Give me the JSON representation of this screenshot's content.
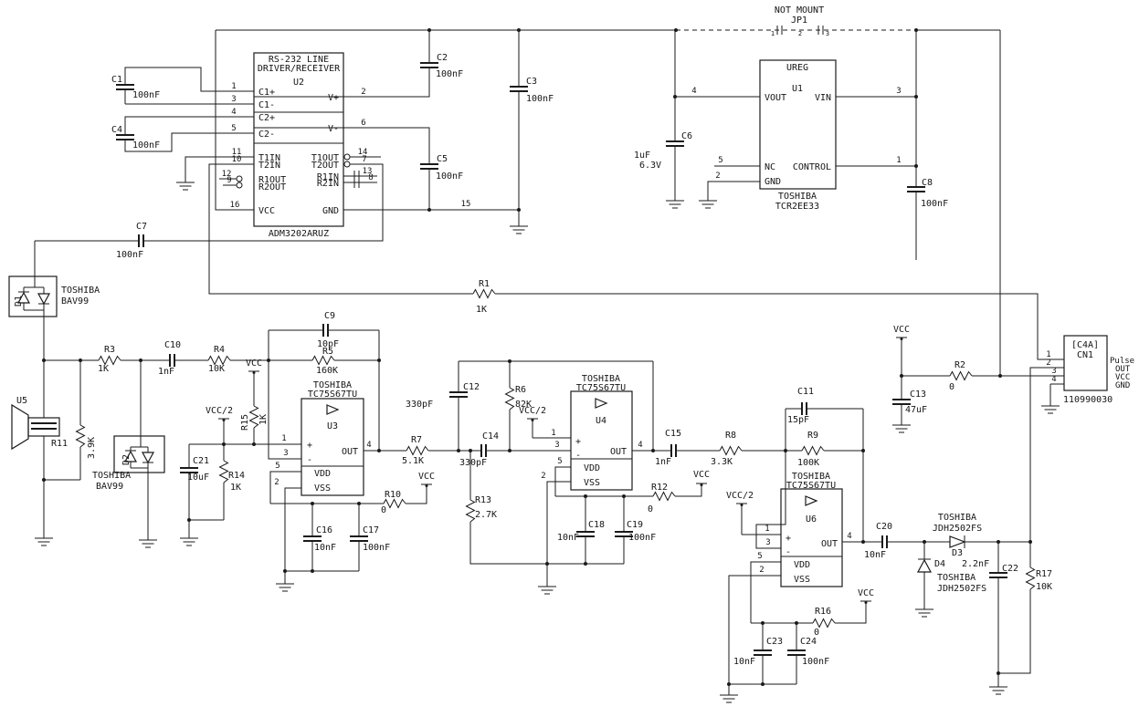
{
  "power": {
    "vcc": "VCC",
    "vcc2": "VCC/2"
  },
  "jp1": {
    "note": "NOT MOUNT",
    "ref": "JP1",
    "p1": "1",
    "p2": "2",
    "p3": "3"
  },
  "u2": {
    "ref": "U2",
    "title1": "RS-232 LINE",
    "title2": "DRIVER/RECEIVER",
    "part": "ADM3202ARUZ",
    "lp": [
      {
        "n": "1",
        "l": "C1+"
      },
      {
        "n": "3",
        "l": "C1-"
      },
      {
        "n": "4",
        "l": "C2+"
      },
      {
        "n": "5",
        "l": "C2-"
      },
      {
        "n": "11",
        "l": "T1IN"
      },
      {
        "n": "10",
        "l": "T2IN"
      },
      {
        "n": "12",
        "l": "R1OUT"
      },
      {
        "n": "9",
        "l": "R2OUT"
      },
      {
        "n": "16",
        "l": "VCC"
      }
    ],
    "rp": [
      {
        "n": "2",
        "l": "V+"
      },
      {
        "n": "6",
        "l": "V-"
      },
      {
        "n": "14",
        "l": "T1OUT"
      },
      {
        "n": "7",
        "l": "T2OUT"
      },
      {
        "n": "13",
        "l": "R1IN"
      },
      {
        "n": "8",
        "l": "R2IN"
      },
      {
        "n": "15",
        "l": "GND"
      }
    ]
  },
  "u1": {
    "ref": "U1",
    "title": "UREG",
    "maker": "TOSHIBA",
    "part": "TCR2EE33",
    "vout": "VOUT",
    "vin": "VIN",
    "nc": "NC",
    "control": "CONTROL",
    "gnd": "GND",
    "p4": "4",
    "p3": "3",
    "p5": "5",
    "p1": "1",
    "p2": "2"
  },
  "u3": {
    "ref": "U3",
    "maker": "TOSHIBA",
    "part": "TC75S67TU",
    "plus": "+",
    "minus": "-",
    "out": "OUT",
    "vdd": "VDD",
    "vss": "VSS",
    "p1": "1",
    "p3": "3",
    "p5": "5",
    "p2": "2",
    "p4": "4"
  },
  "u4": {
    "ref": "U4",
    "maker": "TOSHIBA",
    "part": "TC75S67TU",
    "plus": "+",
    "minus": "-",
    "out": "OUT",
    "vdd": "VDD",
    "vss": "VSS",
    "p1": "1",
    "p3": "3",
    "p5": "5",
    "p2": "2",
    "p4": "4"
  },
  "u6": {
    "ref": "U6",
    "maker": "TOSHIBA",
    "part": "TC75S67TU",
    "plus": "+",
    "minus": "-",
    "out": "OUT",
    "vdd": "VDD",
    "vss": "VSS",
    "p1": "1",
    "p3": "3",
    "p5": "5",
    "p2": "2",
    "p4": "4"
  },
  "u5": {
    "ref": "U5"
  },
  "cn1": {
    "ref": "CN1",
    "tag": "[C4A]",
    "part": "110990030",
    "p1": "1",
    "p2": "2",
    "p3": "3",
    "p4": "4",
    "f1": "Pulse",
    "f2": "OUT",
    "f3": "VCC",
    "f4": "GND"
  },
  "d1": {
    "ref": "D1",
    "maker": "TOSHIBA",
    "part": "BAV99"
  },
  "d2": {
    "ref": "D2",
    "maker": "TOSHIBA",
    "part": "BAV99"
  },
  "d3": {
    "ref": "D3",
    "maker": "TOSHIBA",
    "part": "JDH2502FS"
  },
  "d4": {
    "ref": "D4",
    "maker": "TOSHIBA",
    "part": "JDH2502FS"
  },
  "c": {
    "c1": {
      "r": "C1",
      "v": "100nF"
    },
    "c2": {
      "r": "C2",
      "v": "100nF"
    },
    "c3": {
      "r": "C3",
      "v": "100nF"
    },
    "c4": {
      "r": "C4",
      "v": "100nF"
    },
    "c5": {
      "r": "C5",
      "v": "100nF"
    },
    "c6": {
      "r": "C6",
      "v": "1uF",
      "volt": "6.3V"
    },
    "c7": {
      "r": "C7",
      "v": "100nF"
    },
    "c8": {
      "r": "C8",
      "v": "100nF"
    },
    "c9": {
      "r": "C9",
      "v": "10pF"
    },
    "c10": {
      "r": "C10",
      "v": "1nF"
    },
    "c11": {
      "r": "C11",
      "v": "15pF"
    },
    "c12": {
      "r": "C12",
      "v": "330pF"
    },
    "c13": {
      "r": "C13",
      "v": "47uF"
    },
    "c14": {
      "r": "C14",
      "v": "330pF"
    },
    "c15": {
      "r": "C15",
      "v": "1nF"
    },
    "c16": {
      "r": "C16",
      "v": "10nF"
    },
    "c17": {
      "r": "C17",
      "v": "100nF"
    },
    "c18": {
      "r": "C18",
      "v": "10nF"
    },
    "c19": {
      "r": "C19",
      "v": "100nF"
    },
    "c20": {
      "r": "C20",
      "v": "10nF"
    },
    "c21": {
      "r": "C21",
      "v": "10uF"
    },
    "c22": {
      "r": "C22",
      "v": "2.2nF"
    },
    "c23": {
      "r": "C23",
      "v": "10nF"
    },
    "c24": {
      "r": "C24",
      "v": "100nF"
    }
  },
  "r": {
    "r1": {
      "r": "R1",
      "v": "1K"
    },
    "r2": {
      "r": "R2",
      "v": "0"
    },
    "r3": {
      "r": "R3",
      "v": "1K"
    },
    "r4": {
      "r": "R4",
      "v": "10K"
    },
    "r5": {
      "r": "R5",
      "v": "160K"
    },
    "r6": {
      "r": "R6",
      "v": "82K"
    },
    "r7": {
      "r": "R7",
      "v": "5.1K"
    },
    "r8": {
      "r": "R8",
      "v": "3.3K"
    },
    "r9": {
      "r": "R9",
      "v": "100K"
    },
    "r10": {
      "r": "R10",
      "v": "0"
    },
    "r11": {
      "r": "R11",
      "v": "3.9K"
    },
    "r12": {
      "r": "R12",
      "v": "0"
    },
    "r13": {
      "r": "R13",
      "v": "2.7K"
    },
    "r14": {
      "r": "R14",
      "v": "1K"
    },
    "r15": {
      "r": "R15",
      "v": "1K"
    },
    "r16": {
      "r": "R16",
      "v": "0"
    },
    "r17": {
      "r": "R17",
      "v": "10K"
    }
  }
}
